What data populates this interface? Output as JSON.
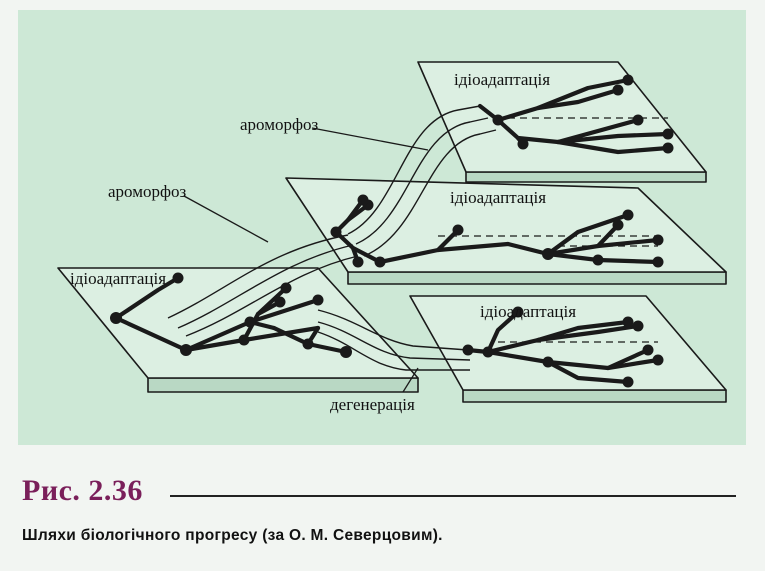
{
  "diagram": {
    "labels": {
      "idioadaptation_top": "ідіоадаптація",
      "idioadaptation_middle": "ідіоадаптація",
      "idioadaptation_bottom": "ідіоадаптація",
      "idioadaptation_left": "ідіоадаптація",
      "aromorphosis_upper": "ароморфоз",
      "aromorphosis_lower": "ароморфоз",
      "degeneration": "дегенерація"
    },
    "colors": {
      "background": "#cde8d6",
      "lines": "#1a1a1a",
      "caption_title": "#7a1f5a"
    }
  },
  "caption": {
    "title": "Рис. 2.36",
    "text": "Шляхи біологічного прогресу (за О. М. Северцовим)."
  }
}
